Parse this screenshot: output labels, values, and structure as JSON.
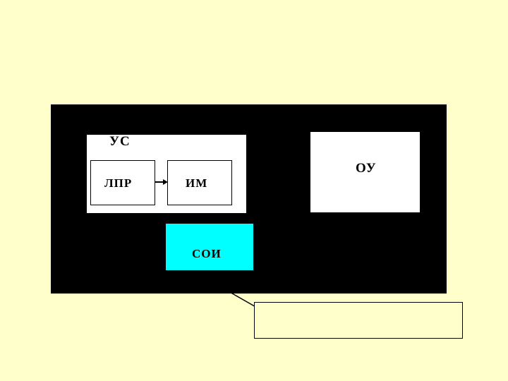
{
  "page": {
    "background_color": "#ffffcc",
    "panel_color": "#000000"
  },
  "diagram": {
    "title": "",
    "blocks": [
      {
        "id": "us",
        "label": "УС",
        "fill": "#ffffff",
        "border": "#000000"
      },
      {
        "id": "lpr",
        "label": "ЛПР",
        "fill": "#ffffff",
        "border": "#000000"
      },
      {
        "id": "im",
        "label": "ИМ",
        "fill": "#ffffff",
        "border": "#000000"
      },
      {
        "id": "soi",
        "label": "СОИ",
        "fill": "#00ffff",
        "border": "#000000"
      },
      {
        "id": "ou",
        "label": "ОУ",
        "fill": "#ffffff",
        "border": "#000000"
      }
    ],
    "connectors": [
      {
        "id": "lpr-to-im",
        "from": "lpr",
        "to": "im",
        "style": "arrow"
      },
      {
        "id": "soi-to-caption",
        "from": "soi",
        "to": "caption",
        "style": "line"
      }
    ],
    "caption": {
      "text": ""
    }
  }
}
